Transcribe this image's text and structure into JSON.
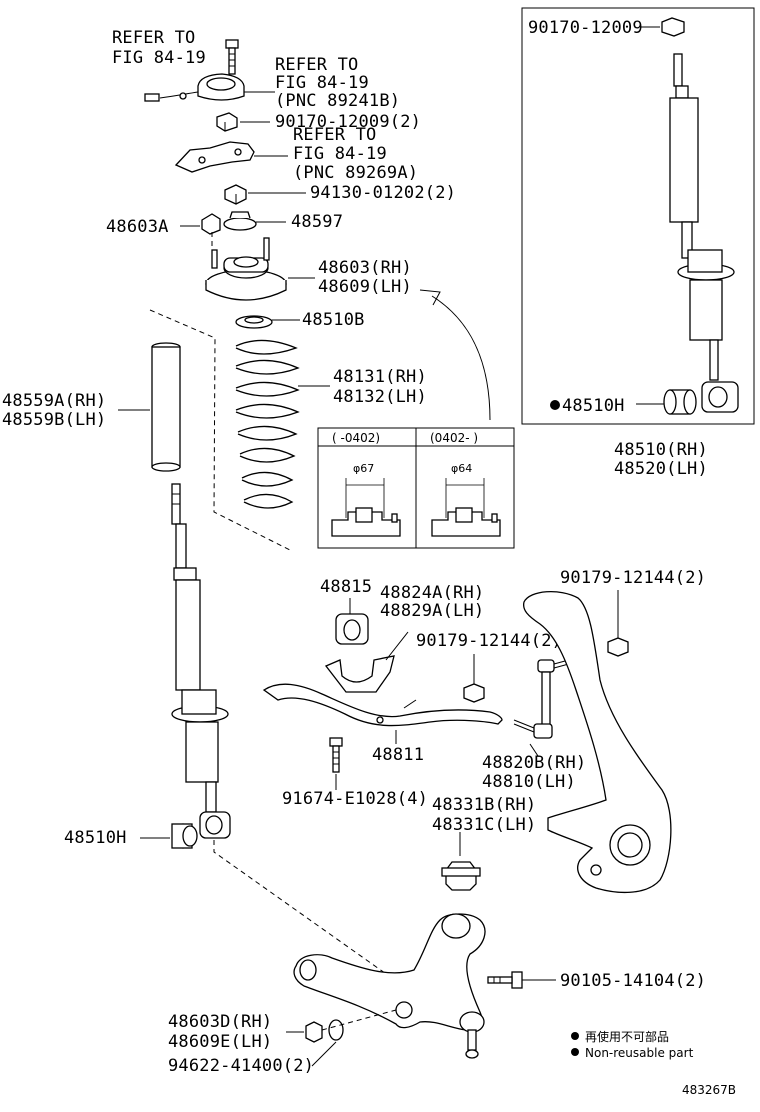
{
  "labels": {
    "refer1": [
      "REFER TO",
      "FIG 84-19"
    ],
    "refer2": [
      "REFER TO",
      "FIG 84-19",
      "(PNC 89241B)"
    ],
    "nut_top": "90170-12009(2)",
    "refer3": [
      "REFER TO",
      "FIG 84-19",
      "(PNC 89269A)"
    ],
    "nut2": "94130-01202(2)",
    "p48603A": "48603A",
    "p48597": "48597",
    "support": [
      "48603(RH)",
      "48609(LH)"
    ],
    "p48510B": "48510B",
    "spring": [
      "48131(RH)",
      "48132(LH)"
    ],
    "boot": [
      "48559A(RH)",
      "48559B(LH)"
    ],
    "nut_inset": "90170-12009",
    "bush_inset": "48510H",
    "absorber": [
      "48510(RH)",
      "48520(LH)"
    ],
    "p48815": "48815",
    "bracket": [
      "48824A(RH)",
      "48829A(LH)"
    ],
    "bolt_a": "90179-12144(2)",
    "bolt_b": "90179-12144(2)",
    "stabilizer": "48811",
    "bolt_c": "91674-E1028(4)",
    "link": [
      "48820B(RH)",
      "48810(LH)"
    ],
    "bump": [
      "48331B(RH)",
      "48331C(LH)"
    ],
    "bush_main": "48510H",
    "bolt_d": "90105-14104(2)",
    "lower_bush": [
      "48603D(RH)",
      "48609E(LH)"
    ],
    "washer": "94622-41400(2)",
    "legend_jp": "再使用不可部品",
    "legend_en": "Non-reusable part",
    "figure_id": "483267B",
    "table": {
      "col1": "(   -0402)",
      "col2": "(0402-    )",
      "dim1": "φ67",
      "dim2": "φ64"
    }
  },
  "colors": {
    "ink": "#000000",
    "paper": "#ffffff"
  }
}
